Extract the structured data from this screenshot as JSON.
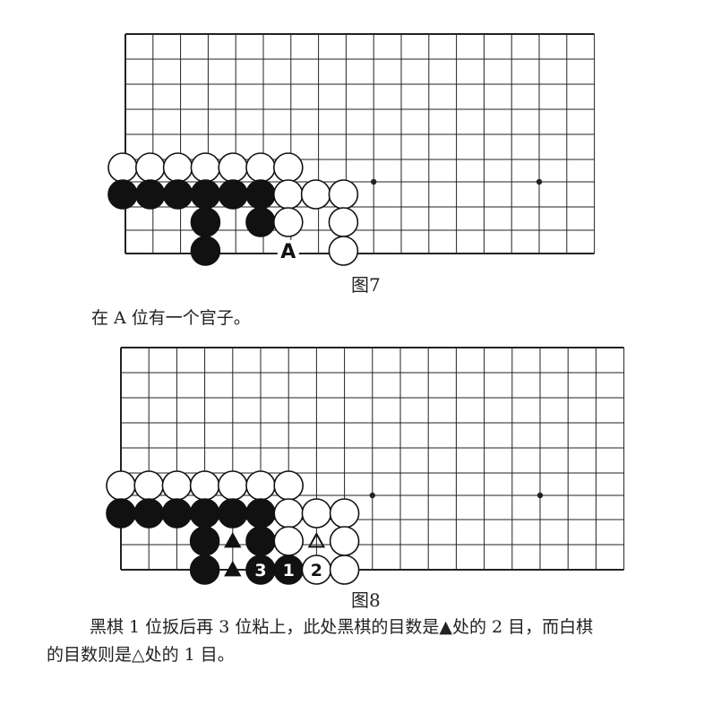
{
  "diagrams": [
    {
      "caption": "图7",
      "marker_label": "A"
    },
    {
      "caption": "图8",
      "stone_numbers": [
        "1",
        "2",
        "3"
      ]
    }
  ],
  "text": {
    "line1": "在 A 位有一个官子。",
    "line2a": "黑棋 1 位扳后再 3 位粘上，此处黑棋的目数是",
    "line2_black_triangle": "▲",
    "line2b": "处的 2 目，而白棋",
    "line3a": "的目数则是",
    "line3_white_triangle": "△",
    "line3b": "处的 1 目。"
  },
  "colors": {
    "black_stone": "#111111",
    "white_stone": "#ffffff",
    "grid": "#222222"
  }
}
